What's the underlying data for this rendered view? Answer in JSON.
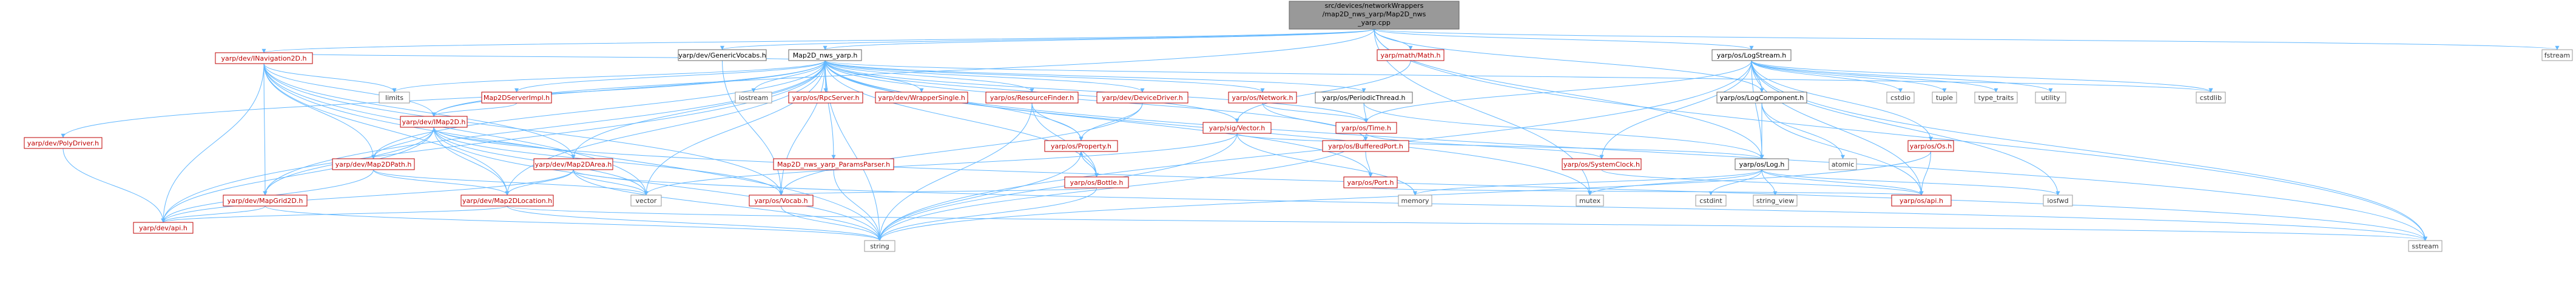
{
  "colors": {
    "root_fill": "#999999",
    "root_stroke": "#666666",
    "red_stroke": "#bf0000",
    "gray_stroke": "#999999",
    "edge": "#63b8ff",
    "text_dark": "#000000",
    "text_red": "#bf0000",
    "text_gray": "#333333"
  },
  "nodes": [
    {
      "id": "root",
      "label": "src/devices/networkWrappers/map2D_nws_yarp/Map2D_nws_yarp.cpp",
      "lines": [
        "src/devices/networkWrappers",
        "/map2D_nws_yarp/Map2D_nws",
        "_yarp.cpp"
      ],
      "style": "root"
    },
    {
      "id": "map2d_h",
      "label": "Map2D_nws_yarp.h",
      "style": "dark"
    },
    {
      "id": "generic_vocabs",
      "label": "yarp/dev/GenericVocabs.h",
      "style": "dark"
    },
    {
      "id": "inav2d",
      "label": "yarp/dev/INavigation2D.h",
      "style": "red"
    },
    {
      "id": "imap2d",
      "label": "yarp/dev/IMap2D.h",
      "style": "red"
    },
    {
      "id": "ymath",
      "label": "yarp/math/Math.h",
      "style": "red"
    },
    {
      "id": "logstream",
      "label": "yarp/os/LogStream.h",
      "style": "dark"
    },
    {
      "id": "fstream",
      "label": "fstream",
      "style": "gray"
    },
    {
      "id": "map2d_server_impl",
      "label": "Map2DServerImpl.h",
      "style": "red"
    },
    {
      "id": "iostream",
      "label": "iostream",
      "style": "gray"
    },
    {
      "id": "rpcserver",
      "label": "yarp/os/RpcServer.h",
      "style": "red"
    },
    {
      "id": "wrapper_single",
      "label": "yarp/dev/WrapperSingle.h",
      "style": "red"
    },
    {
      "id": "resource_finder",
      "label": "yarp/os/ResourceFinder.h",
      "style": "red"
    },
    {
      "id": "device_driver",
      "label": "yarp/dev/DeviceDriver.h",
      "style": "red"
    },
    {
      "id": "network",
      "label": "yarp/os/Network.h",
      "style": "red"
    },
    {
      "id": "periodic_thread",
      "label": "yarp/os/PeriodicThread.h",
      "style": "dark"
    },
    {
      "id": "polydriver",
      "label": "yarp/dev/PolyDriver.h",
      "style": "red"
    },
    {
      "id": "limits",
      "label": "limits",
      "style": "gray"
    },
    {
      "id": "map2d_params",
      "label": "Map2D_nws_yarp_ParamsParser.h",
      "style": "red"
    },
    {
      "id": "property",
      "label": "yarp/os/Property.h",
      "style": "red"
    },
    {
      "id": "time",
      "label": "yarp/os/Time.h",
      "style": "red"
    },
    {
      "id": "sig_vector",
      "label": "yarp/sig/Vector.h",
      "style": "red"
    },
    {
      "id": "buffered_port",
      "label": "yarp/os/BufferedPort.h",
      "style": "red"
    },
    {
      "id": "log_component",
      "label": "yarp/os/LogComponent.h",
      "style": "dark"
    },
    {
      "id": "cstdio",
      "label": "cstdio",
      "style": "gray"
    },
    {
      "id": "tuple",
      "label": "tuple",
      "style": "gray"
    },
    {
      "id": "type_traits",
      "label": "type_traits",
      "style": "gray"
    },
    {
      "id": "utility",
      "label": "utility",
      "style": "gray"
    },
    {
      "id": "cstdlib",
      "label": "cstdlib",
      "style": "gray"
    },
    {
      "id": "map2dpath",
      "label": "yarp/dev/Map2DPath.h",
      "style": "red"
    },
    {
      "id": "map2darea",
      "label": "yarp/dev/Map2DArea.h",
      "style": "red"
    },
    {
      "id": "bottle",
      "label": "yarp/os/Bottle.h",
      "style": "red"
    },
    {
      "id": "port",
      "label": "yarp/os/Port.h",
      "style": "red"
    },
    {
      "id": "system_clock",
      "label": "yarp/os/SystemClock.h",
      "style": "red"
    },
    {
      "id": "log_h",
      "label": "yarp/os/Log.h",
      "style": "dark"
    },
    {
      "id": "os_h",
      "label": "yarp/os/Os.h",
      "style": "red"
    },
    {
      "id": "atomic",
      "label": "atomic",
      "style": "gray"
    },
    {
      "id": "mapgrid2d",
      "label": "yarp/dev/MapGrid2D.h",
      "style": "red"
    },
    {
      "id": "map2dlocation",
      "label": "yarp/dev/Map2DLocation.h",
      "style": "red"
    },
    {
      "id": "vector_std",
      "label": "vector",
      "style": "gray"
    },
    {
      "id": "vocab",
      "label": "yarp/os/Vocab.h",
      "style": "red"
    },
    {
      "id": "memory",
      "label": "memory",
      "style": "gray"
    },
    {
      "id": "mutex",
      "label": "mutex",
      "style": "gray"
    },
    {
      "id": "cstdint",
      "label": "cstdint",
      "style": "gray"
    },
    {
      "id": "string_view",
      "label": "string_view",
      "style": "gray"
    },
    {
      "id": "os_api",
      "label": "yarp/os/api.h",
      "style": "red"
    },
    {
      "id": "iosfwd",
      "label": "iosfwd",
      "style": "gray"
    },
    {
      "id": "dev_api",
      "label": "yarp/dev/api.h",
      "style": "red"
    },
    {
      "id": "string",
      "label": "string",
      "style": "gray"
    },
    {
      "id": "sstream",
      "label": "sstream",
      "style": "gray"
    },
    {
      "id": "cstdlib2",
      "label": "",
      "style": "hidden"
    }
  ],
  "edges": [
    [
      "root",
      "map2d_h"
    ],
    [
      "root",
      "generic_vocabs"
    ],
    [
      "root",
      "inav2d"
    ],
    [
      "root",
      "imap2d"
    ],
    [
      "root",
      "ymath"
    ],
    [
      "root",
      "logstream"
    ],
    [
      "root",
      "fstream"
    ],
    [
      "root",
      "mutex"
    ],
    [
      "root",
      "sstream"
    ],
    [
      "root",
      "log_h"
    ],
    [
      "root",
      "log_component"
    ],
    [
      "map2d_h",
      "map2d_server_impl"
    ],
    [
      "map2d_h",
      "iostream"
    ],
    [
      "map2d_h",
      "rpcserver"
    ],
    [
      "map2d_h",
      "wrapper_single"
    ],
    [
      "map2d_h",
      "resource_finder"
    ],
    [
      "map2d_h",
      "device_driver"
    ],
    [
      "map2d_h",
      "network"
    ],
    [
      "map2d_h",
      "periodic_thread"
    ],
    [
      "map2d_h",
      "polydriver"
    ],
    [
      "map2d_h",
      "limits"
    ],
    [
      "map2d_h",
      "map2d_params"
    ],
    [
      "map2d_h",
      "property"
    ],
    [
      "map2d_h",
      "time"
    ],
    [
      "map2d_h",
      "sig_vector"
    ],
    [
      "map2d_h",
      "buffered_port"
    ],
    [
      "map2d_h",
      "imap2d"
    ],
    [
      "map2d_h",
      "map2dpath"
    ],
    [
      "map2d_h",
      "map2darea"
    ],
    [
      "map2d_h",
      "mapgrid2d"
    ],
    [
      "map2d_h",
      "map2dlocation"
    ],
    [
      "map2d_h",
      "bottle"
    ],
    [
      "map2d_h",
      "vocab"
    ],
    [
      "map2d_h",
      "vector_std"
    ],
    [
      "map2d_h",
      "string"
    ],
    [
      "map2d_h",
      "port"
    ],
    [
      "map2d_h",
      "mutex"
    ],
    [
      "map2d_h",
      "sstream"
    ],
    [
      "map2d_h",
      "cstdlib"
    ],
    [
      "map2d_h",
      "dev_api"
    ],
    [
      "map2d_h",
      "inav2d"
    ],
    [
      "generic_vocabs",
      "vocab"
    ],
    [
      "inav2d",
      "imap2d"
    ],
    [
      "inav2d",
      "map2dpath"
    ],
    [
      "inav2d",
      "map2darea"
    ],
    [
      "inav2d",
      "mapgrid2d"
    ],
    [
      "inav2d",
      "map2dlocation"
    ],
    [
      "inav2d",
      "vector_std"
    ],
    [
      "inav2d",
      "limits"
    ],
    [
      "inav2d",
      "dev_api"
    ],
    [
      "inav2d",
      "vocab"
    ],
    [
      "inav2d",
      "string"
    ],
    [
      "imap2d",
      "map2dpath"
    ],
    [
      "imap2d",
      "map2darea"
    ],
    [
      "imap2d",
      "mapgrid2d"
    ],
    [
      "imap2d",
      "map2dlocation"
    ],
    [
      "imap2d",
      "vector_std"
    ],
    [
      "imap2d",
      "dev_api"
    ],
    [
      "imap2d",
      "vocab"
    ],
    [
      "imap2d",
      "string"
    ],
    [
      "imap2d",
      "sstream"
    ],
    [
      "ymath",
      "sig_vector"
    ],
    [
      "logstream",
      "log_h"
    ],
    [
      "logstream",
      "log_component"
    ],
    [
      "logstream",
      "time"
    ],
    [
      "logstream",
      "system_clock"
    ],
    [
      "logstream",
      "os_h"
    ],
    [
      "logstream",
      "os_api"
    ],
    [
      "logstream",
      "cstdio"
    ],
    [
      "logstream",
      "tuple"
    ],
    [
      "logstream",
      "type_traits"
    ],
    [
      "logstream",
      "utility"
    ],
    [
      "logstream",
      "cstdlib"
    ],
    [
      "logstream",
      "string"
    ],
    [
      "logstream",
      "sstream"
    ],
    [
      "logstream",
      "iosfwd"
    ],
    [
      "map2d_server_impl",
      "imap2d"
    ],
    [
      "resource_finder",
      "property"
    ],
    [
      "resource_finder",
      "bottle"
    ],
    [
      "resource_finder",
      "string"
    ],
    [
      "device_driver",
      "property"
    ],
    [
      "device_driver",
      "vocab"
    ],
    [
      "network",
      "time"
    ],
    [
      "network",
      "buffered_port"
    ],
    [
      "periodic_thread",
      "time"
    ],
    [
      "periodic_thread",
      "log_h"
    ],
    [
      "polydriver",
      "dev_api"
    ],
    [
      "map2d_params",
      "string"
    ],
    [
      "property",
      "bottle"
    ],
    [
      "property",
      "string"
    ],
    [
      "time",
      "system_clock"
    ],
    [
      "time",
      "string"
    ],
    [
      "sig_vector",
      "memory"
    ],
    [
      "sig_vector",
      "vector_std"
    ],
    [
      "sig_vector",
      "string"
    ],
    [
      "sig_vector",
      "log_h"
    ],
    [
      "buffered_port",
      "port"
    ],
    [
      "log_component",
      "log_h"
    ],
    [
      "log_component",
      "atomic"
    ],
    [
      "log_component",
      "os_api"
    ],
    [
      "map2dpath",
      "map2dlocation"
    ],
    [
      "map2dpath",
      "vector_std"
    ],
    [
      "map2dpath",
      "dev_api"
    ],
    [
      "map2darea",
      "map2dlocation"
    ],
    [
      "map2darea",
      "vector_std"
    ],
    [
      "map2darea",
      "dev_api"
    ],
    [
      "map2darea",
      "string"
    ],
    [
      "map2darea",
      "sstream"
    ],
    [
      "bottle",
      "property"
    ],
    [
      "bottle",
      "vocab"
    ],
    [
      "bottle",
      "string"
    ],
    [
      "port",
      "os_api"
    ],
    [
      "system_clock",
      "os_api"
    ],
    [
      "log_h",
      "os_api"
    ],
    [
      "log_h",
      "cstdint"
    ],
    [
      "log_h",
      "string_view"
    ],
    [
      "log_h",
      "memory"
    ],
    [
      "log_h",
      "mutex"
    ],
    [
      "log_h",
      "iosfwd"
    ],
    [
      "os_h",
      "os_api"
    ],
    [
      "os_h",
      "string"
    ],
    [
      "mapgrid2d",
      "dev_api"
    ],
    [
      "mapgrid2d",
      "string"
    ],
    [
      "map2dlocation",
      "dev_api"
    ],
    [
      "map2dlocation",
      "string"
    ],
    [
      "map2dlocation",
      "sstream"
    ],
    [
      "vocab",
      "string"
    ]
  ]
}
